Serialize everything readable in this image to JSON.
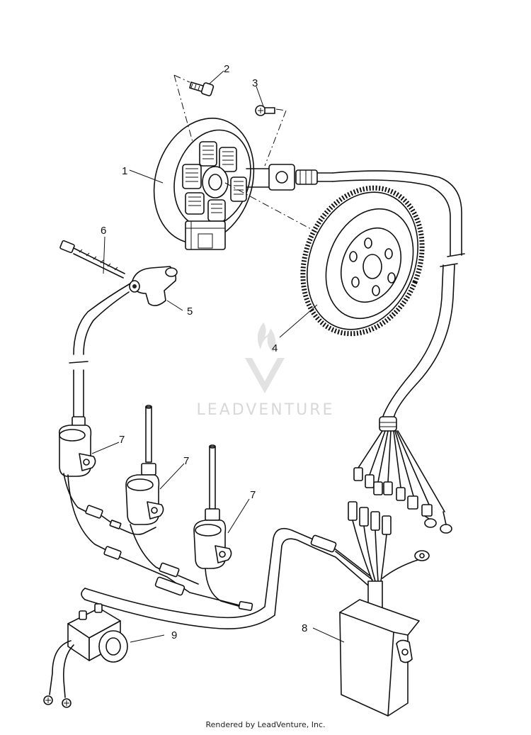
{
  "diagram": {
    "callouts": [
      "1",
      "2",
      "3",
      "4",
      "5",
      "6",
      "7",
      "7",
      "7",
      "8",
      "9"
    ],
    "watermark_text": "LEADVENTURE"
  },
  "footer": {
    "text": "Rendered by LeadVenture, Inc."
  }
}
